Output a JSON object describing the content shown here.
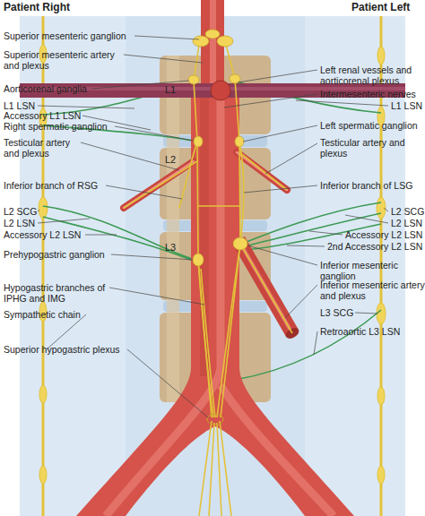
{
  "diagram": {
    "labels": [
      "Patient Right",
      "Patient Left",
      "Superior mesenteric ganglion",
      "Superior mesenteric artery and plexus",
      "Aorticorenal ganglia",
      "L1 LSN",
      "Accessory L1 LSN",
      "Right spermatic ganglion",
      "Testicular artery and plexus",
      "Inferior branch of RSG",
      "L2 SCG",
      "L2 LSN",
      "Accessory L2 LSN",
      "Prehypogastric ganglion",
      "Hypogastric branches of IPHG and IMG",
      "Sympathetic chain",
      "Superior hypogastric plexus",
      "Left renal vessels and aorticorenal plexus",
      "Intermesenteric nerves",
      "L1 LSN",
      "Left spermatic ganglion",
      "Testicular artery and plexus",
      "Inferior branch of LSG",
      "L2 SCG",
      "L2 LSN",
      "Accessory L2 LSN",
      "2nd Accessory L2 LSN",
      "Inferior mesenteric ganglion",
      "Inferior mesenteric artery and plexus",
      "L3 SCG",
      "Retroaortic L3 LSN",
      "L1",
      "L2",
      "L3"
    ]
  }
}
